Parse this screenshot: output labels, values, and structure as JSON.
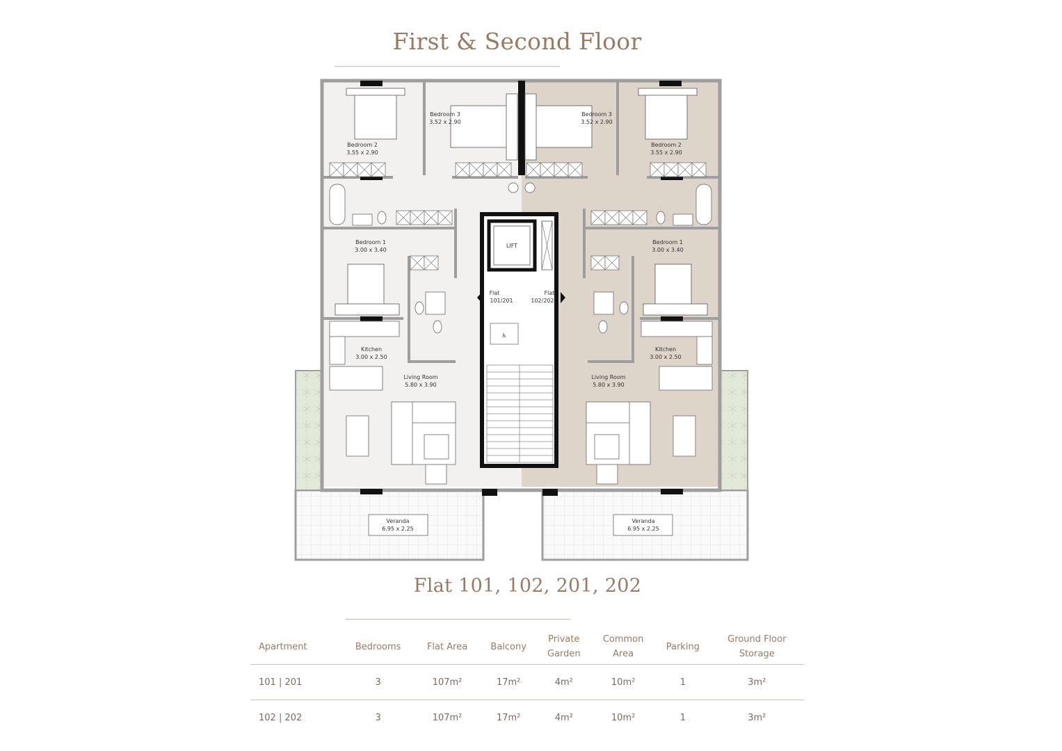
{
  "page_title": "First & Second Floor",
  "flats_title": "Flat 101, 102, 201, 202",
  "plan": {
    "left": {
      "bedroom2": {
        "name": "Bedroom 2",
        "size": "3.55 x 2.90"
      },
      "bedroom3": {
        "name": "Bedroom 3",
        "size": "3.52 x 2.90"
      },
      "bedroom1": {
        "name": "Bedroom 1",
        "size": "3.00 x 3.40"
      },
      "kitchen": {
        "name": "Kitchen",
        "size": "3.00 x 2.50"
      },
      "living": {
        "name": "Living Room",
        "size": "5.80 x 3.90"
      },
      "veranda": {
        "name": "Veranda",
        "size": "6.95 x 2.25"
      },
      "entry": {
        "name": "Flat",
        "number": "101/201"
      }
    },
    "right": {
      "bedroom2": {
        "name": "Bedroom 2",
        "size": "3.55 x 2.90"
      },
      "bedroom3": {
        "name": "Bedroom 3",
        "size": "3.52 x 2.90"
      },
      "bedroom1": {
        "name": "Bedroom 1",
        "size": "3.00 x 3.40"
      },
      "kitchen": {
        "name": "Kitchen",
        "size": "3.00 x 2.50"
      },
      "living": {
        "name": "Living Room",
        "size": "5.80 x 3.90"
      },
      "veranda": {
        "name": "Veranda",
        "size": "6.95 x 2.25"
      },
      "entry": {
        "name": "Flat",
        "number": "102/202"
      }
    },
    "lift": "LIFT",
    "colors": {
      "left_flat": "#f3f1ef",
      "right_flat": "#ddd4ca",
      "wall": "#9e9e9e",
      "structure": "#111111",
      "garden": "#e6ebde",
      "title": "#9b7a62"
    }
  },
  "table": {
    "headers": [
      [
        "Apartment"
      ],
      [
        "Bedrooms"
      ],
      [
        "Flat Area"
      ],
      [
        "Balcony"
      ],
      [
        "Private",
        "Garden"
      ],
      [
        "Common",
        "Area"
      ],
      [
        "Parking"
      ],
      [
        "Ground Floor",
        "Storage"
      ]
    ],
    "rows": [
      [
        "101 | 201",
        "3",
        "107m²",
        "17m²",
        "4m²",
        "10m²",
        "1",
        "3m²"
      ],
      [
        "102 | 202",
        "3",
        "107m²",
        "17m²",
        "4m²",
        "10m²",
        "1",
        "3m²"
      ]
    ]
  }
}
